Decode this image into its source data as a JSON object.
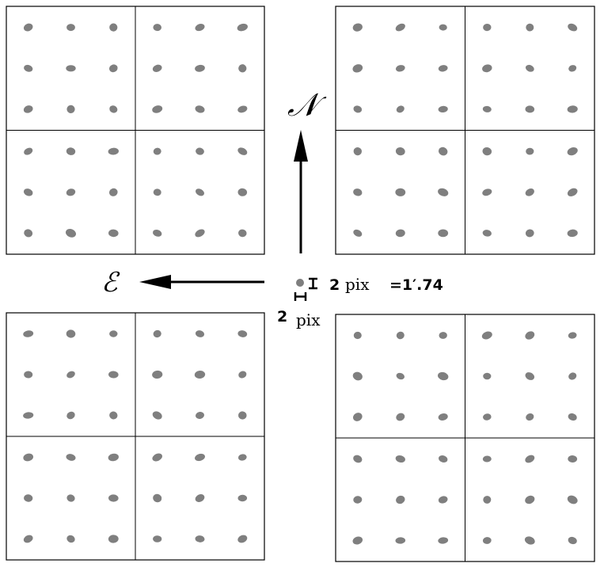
{
  "compass": {
    "north_label": "𝒩",
    "east_label": "ℰ"
  },
  "scale": {
    "vertical_label_num": "2",
    "vertical_label_unit": "pix",
    "equals_label": "=1′.74",
    "horizontal_label_num": "2",
    "horizontal_label_unit": "pix"
  },
  "colors": {
    "dot": "#7f7f7f",
    "line": "#000000"
  },
  "panels": [
    {
      "name": "top-left",
      "quadrants": 4,
      "dots_per_quadrant": 9
    },
    {
      "name": "top-right",
      "quadrants": 4,
      "dots_per_quadrant": 9
    },
    {
      "name": "bottom-left",
      "quadrants": 4,
      "dots_per_quadrant": 9
    },
    {
      "name": "bottom-right",
      "quadrants": 4,
      "dots_per_quadrant": 9
    }
  ]
}
